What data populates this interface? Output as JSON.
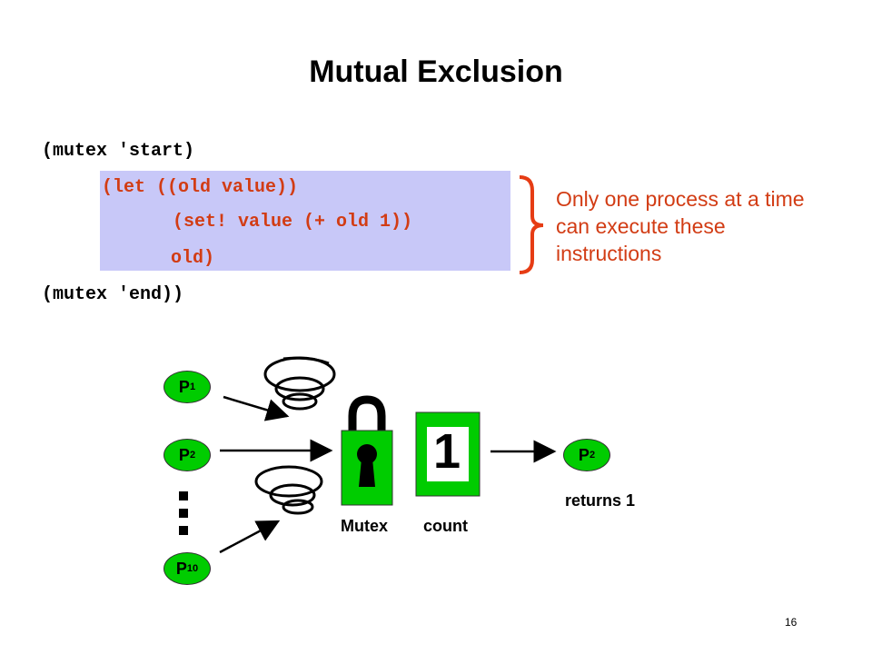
{
  "title": "Mutual Exclusion",
  "code": {
    "line1": "(mutex 'start)",
    "line2": "(let ((old value))",
    "line3": "(set! value (+ old 1))",
    "line4": "old)",
    "line5": "(mutex 'end))"
  },
  "note": "Only one process at a time can execute these instructions",
  "processes": {
    "p1": {
      "letter": "P",
      "sub": "1"
    },
    "p2": {
      "letter": "P",
      "sub": "2"
    },
    "p10": {
      "letter": "P",
      "sub": "10"
    },
    "p2_out": {
      "letter": "P",
      "sub": "2"
    }
  },
  "count_value": "1",
  "labels": {
    "mutex": "Mutex",
    "count": "count",
    "returns": "returns 1"
  },
  "page_number": "16",
  "colors": {
    "highlight": "#c8c8f8",
    "red_text": "#d23c14",
    "process_fill": "#00cc00",
    "lock_fill": "#00cc00"
  }
}
